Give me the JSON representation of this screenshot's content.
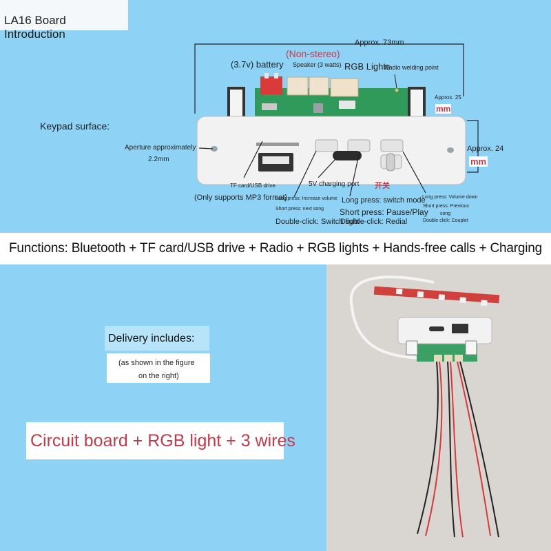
{
  "title": "LA16 Board Introduction",
  "diagram": {
    "approx_width": "Approx. 73mm",
    "non_stereo": "(Non-stereo)",
    "battery": "(3.7v) battery",
    "speaker": "Speaker (3 watts)",
    "rgb_lights": "RGB Lights",
    "radio_weld": "Radio welding point",
    "approx_25": "Approx. 25",
    "mm1": "mm",
    "approx_24": "Approx. 24",
    "mm2": "mm",
    "keypad_surface": "Keypad surface:",
    "aperture": "Aperture approximately",
    "aperture_size": "2.2mm",
    "tf_usb": "TF card/USB drive",
    "mp3_only": "(Only supports MP3 format)",
    "charging_port": "5V charging port",
    "switch_cn": "开关",
    "btn1_long": "Long press: Increase volume",
    "btn1_short": "Short press: next song",
    "btn1_double": "Double-click: Switch light",
    "btn2_long": "Long press: switch mode",
    "btn2_short": "Short press: Pause/Play",
    "btn2_double": "Double-click: Redial",
    "btn3_long": "Long press: Volume down",
    "btn3_short": "Short press: Previous",
    "btn3_short2": "song",
    "btn3_double": "Double click: Couplet"
  },
  "functions": "Functions: Bluetooth + TF card/USB drive + Radio + RGB lights + Hands-free calls + Charging",
  "delivery": {
    "heading": "Delivery includes:",
    "note_line1": "(as shown in the figure",
    "note_line2": "on the right)",
    "contents": "Circuit board + RGB light + 3 wires"
  },
  "colors": {
    "background": "#8ed3f6",
    "accent_red": "#c33a4a",
    "board_green": "#2f9a5a",
    "panel_white": "#f2f2f2"
  }
}
